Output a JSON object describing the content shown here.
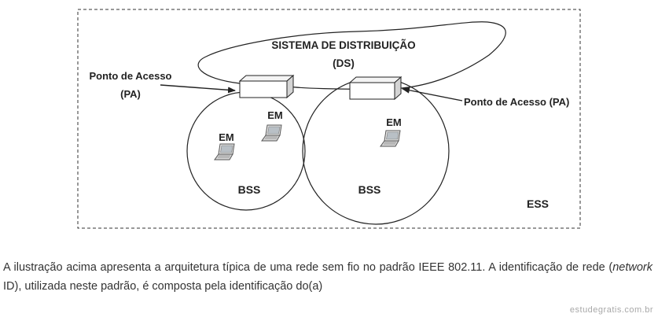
{
  "diagram": {
    "ds_title_line1": "SISTEMA DE DISTRIBUIÇÃO",
    "ds_title_line2": "(DS)",
    "ap_left_line1": "Ponto de Acesso",
    "ap_left_line2": "(PA)",
    "ap_right": "Ponto de Acesso (PA)",
    "em_label": "EM",
    "bss_label": "BSS",
    "ess_label": "ESS"
  },
  "question": {
    "text_before": "A ilustração acima apresenta a arquitetura típica de uma rede sem fio no padrão IEEE 802.11. A identificação de rede (",
    "text_italic": "network",
    "text_after": " ID), utilizada neste padrão, é composta pela identificação do(a)"
  },
  "watermark": "estudegratis.com.br"
}
